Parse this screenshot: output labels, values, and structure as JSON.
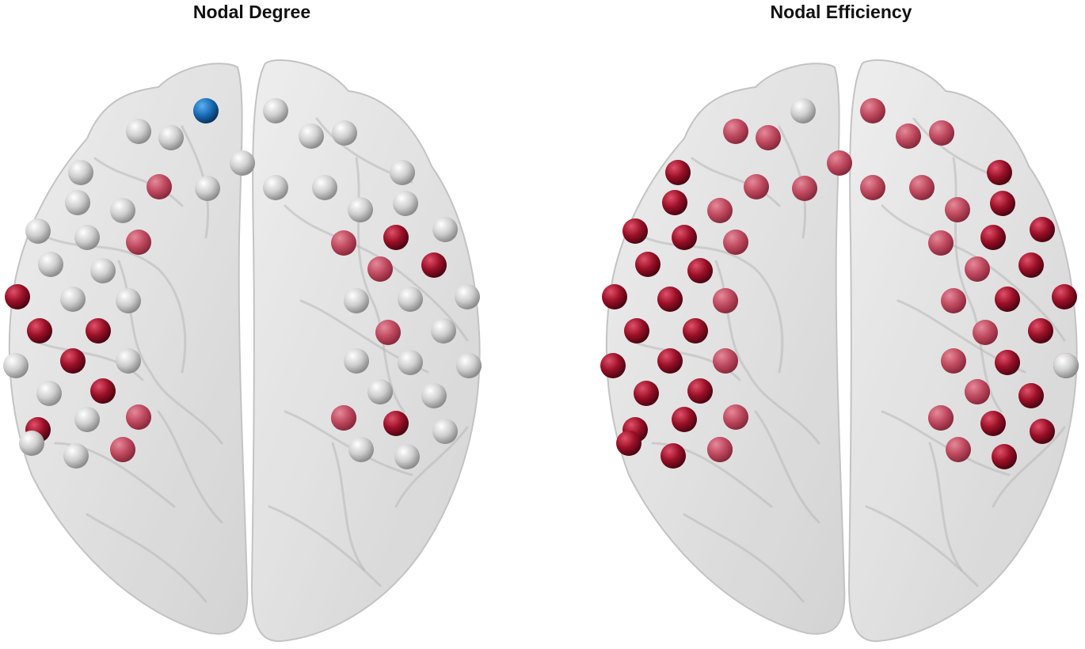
{
  "panels": [
    {
      "title": "Nodal Degree",
      "nodes": {
        "left_hemisphere": [
          "gray",
          "gray",
          "blue",
          "gray",
          "red",
          "gray",
          "gray",
          "gray",
          "gray",
          "gray",
          "red",
          "gray",
          "gray",
          "gray",
          "red",
          "gray",
          "red",
          "red",
          "red",
          "gray",
          "gray",
          "red",
          "gray",
          "red",
          "gray",
          "red",
          "gray",
          "gray",
          "gray",
          "red"
        ],
        "right_hemisphere": [
          "gray",
          "gray",
          "gray",
          "gray",
          "gray",
          "gray",
          "gray",
          "gray",
          "gray",
          "red",
          "red",
          "red",
          "red",
          "gray",
          "red",
          "gray",
          "gray",
          "gray",
          "gray",
          "red",
          "gray",
          "gray",
          "gray",
          "gray",
          "gray",
          "gray",
          "red",
          "red",
          "gray",
          "gray",
          "gray",
          "gray"
        ]
      }
    },
    {
      "title": "Nodal Efficiency",
      "nodes": {
        "left_hemisphere": [
          "red",
          "red",
          "gray",
          "red",
          "red",
          "red",
          "red",
          "red",
          "red",
          "red",
          "red",
          "red",
          "red",
          "red",
          "red",
          "red",
          "red",
          "red",
          "red",
          "red",
          "red",
          "red",
          "red",
          "red",
          "red",
          "red",
          "red",
          "red",
          "red",
          "red"
        ],
        "right_hemisphere": [
          "red",
          "red",
          "red",
          "red",
          "red",
          "red",
          "red",
          "red",
          "red",
          "red",
          "red",
          "red",
          "red",
          "red",
          "red",
          "red",
          "red",
          "red",
          "red",
          "red",
          "red",
          "red",
          "red",
          "red",
          "red",
          "red",
          "red",
          "red",
          "red",
          "red",
          "gray",
          "red"
        ]
      }
    }
  ],
  "colors": {
    "red": "#9b1027",
    "gray": "#c8c8c8",
    "blue": "#1a6db8",
    "brain": "#dcdcdc"
  }
}
